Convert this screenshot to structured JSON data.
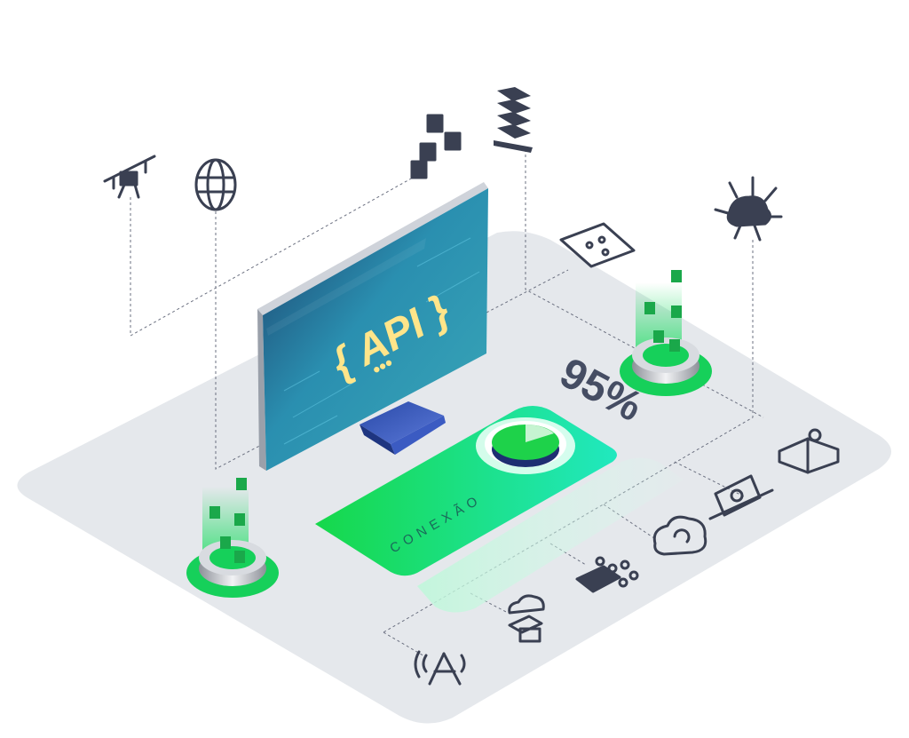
{
  "monitor": {
    "label": "{ API }",
    "dots": "•••"
  },
  "progress": {
    "label": "95%",
    "value": 95
  },
  "bar": {
    "label": "CONEXÃO"
  },
  "colors": {
    "platform": "#e5e8ec",
    "accent_green": "#22dd66",
    "accent_teal": "#22e0c0",
    "icon_dark": "#3a4052",
    "screen_teal": "#2aa4b4"
  },
  "icons": [
    "drone-icon",
    "globe-icon",
    "blockchain-icon",
    "server-icon",
    "phone-diagram-icon",
    "cloud-chip-icon",
    "map-icon",
    "laptop-globe-icon",
    "cloud-sync-icon",
    "grid-network-icon",
    "cloud-devices-icon",
    "antenna-tower-icon"
  ]
}
